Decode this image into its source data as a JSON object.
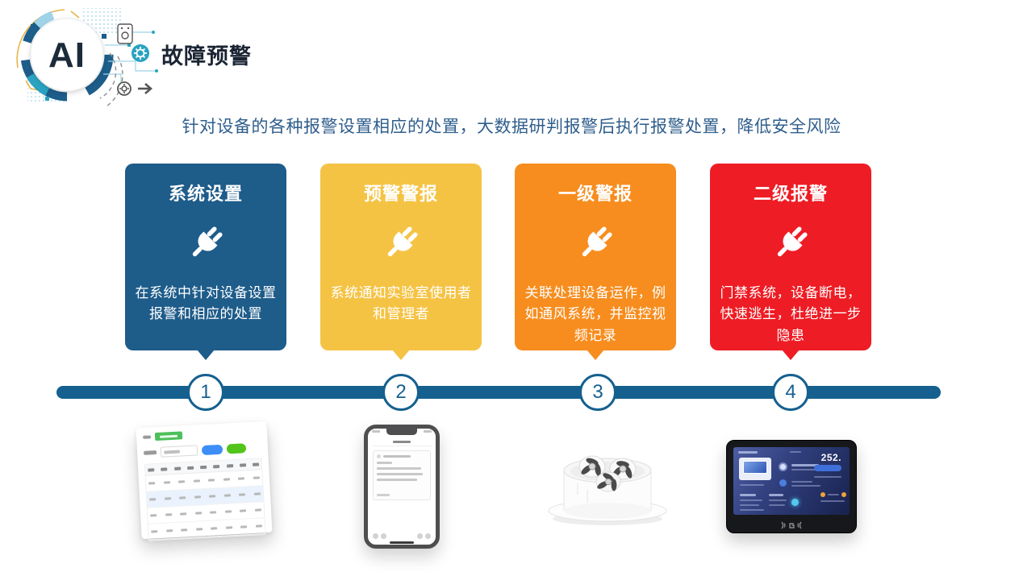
{
  "slide": {
    "logo_text": "AI",
    "title": "故障预警",
    "subtitle": "针对设备的各种报警设置相应的处置，大数据研判报警后执行报警处置，降低安全风险"
  },
  "colors": {
    "card_system": "#1E5C8A",
    "card_prewarn": "#F5C344",
    "card_level1": "#F78D1E",
    "card_level2": "#EE1C24",
    "timeline": "#15608F",
    "title_text": "#1B2433",
    "subtitle_text": "#2F5E8C"
  },
  "cards": [
    {
      "title": "系统设置",
      "icon": "plug-icon",
      "desc": "在系统中针对设备设置报警和相应的处置",
      "step": "1"
    },
    {
      "title": "预警警报",
      "icon": "plug-icon",
      "desc": "系统通知实验室使用者和管理者",
      "step": "2"
    },
    {
      "title": "一级警报",
      "icon": "plug-icon",
      "desc": "关联处理设备运作，例如通风系统，并监控视频记录",
      "step": "3"
    },
    {
      "title": "二级报警",
      "icon": "plug-icon",
      "desc": "门禁系统，设备断电，快速逃生，杜绝进一步隐患",
      "step": "4"
    }
  ],
  "timeline": {
    "steps": [
      "1",
      "2",
      "3",
      "4"
    ]
  },
  "illustrations": [
    {
      "name": "admin-table-screenshot"
    },
    {
      "name": "smartphone-notification"
    },
    {
      "name": "ventilation-fan-device"
    },
    {
      "name": "control-panel-tablet",
      "display_value": "252."
    }
  ]
}
